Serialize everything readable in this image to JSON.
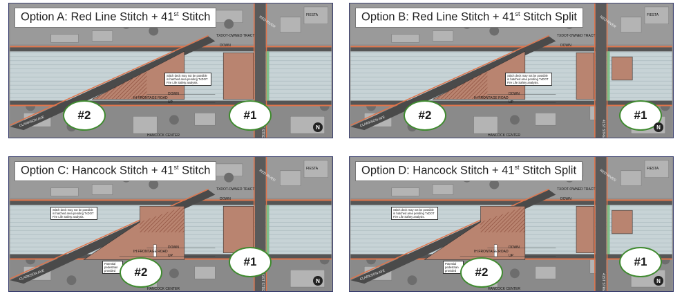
{
  "panels": [
    {
      "id": "a",
      "title_prefix": "Option A: Red Line Stitch + 41",
      "title_sup": "st",
      "title_suffix": " Stitch",
      "badge_left": "#2",
      "badge_right": "#1",
      "labels": {
        "tract": "TXDOT-OWNED TRACT",
        "fiesta": "FIESTA",
        "hancock": "HANCOCK CENTER",
        "clarkson": "CLARKSON AVE",
        "street41": "41ST STREET",
        "down": "DOWN",
        "up": "UP",
        "road": "IH FRONTAGE ROAD",
        "redriver": "RED RIVER"
      },
      "note": "Stitch deck may not be possible in hatched area pending TxDOT Fire Life Safety analysis.",
      "extra_note": "",
      "north": "N"
    },
    {
      "id": "b",
      "title_prefix": "Option B: Red Line Stitch + 41",
      "title_sup": "st",
      "title_suffix": " Stitch Split",
      "badge_left": "#2",
      "badge_right": "#1",
      "labels": {
        "tract": "TXDOT-OWNED TRACT",
        "fiesta": "FIESTA",
        "hancock": "HANCOCK CENTER",
        "clarkson": "CLARKSON AVE",
        "street41": "41ST STREET",
        "down": "DOWN",
        "up": "UP",
        "road": "IH FRONTAGE ROAD",
        "redriver": "RED RIVER"
      },
      "note": "Stitch deck may not be possible in hatched area pending TxDOT Fire Life Safety analysis.",
      "extra_note": "",
      "north": "N"
    },
    {
      "id": "c",
      "title_prefix": "Option C: Hancock Stitch + 41",
      "title_sup": "st",
      "title_suffix": " Stitch",
      "badge_left": "#2",
      "badge_right": "#1",
      "labels": {
        "tract": "TXDOT-OWNED TRACT",
        "fiesta": "FIESTA",
        "hancock": "HANCOCK CENTER",
        "clarkson": "CLARKSON AVE",
        "street41": "41ST STREET",
        "down": "DOWN",
        "up": "UP",
        "road": "IH FRONTAGE ROAD",
        "redriver": "RED RIVER"
      },
      "note": "Stitch deck may not be possible in hatched area pending TxDOT Fire Life Safety analysis.",
      "extra_note": "Potential pedestrian provided",
      "north": "N"
    },
    {
      "id": "d",
      "title_prefix": "Option D: Hancock Stitch + 41",
      "title_sup": "st",
      "title_suffix": " Stitch Split",
      "badge_left": "#2",
      "badge_right": "#1",
      "labels": {
        "tract": "TXDOT-OWNED TRACT",
        "fiesta": "FIESTA",
        "hancock": "HANCOCK CENTER",
        "clarkson": "CLARKSON AVE",
        "street41": "41ST STREET",
        "down": "DOWN",
        "up": "UP",
        "road": "IH FRONTAGE ROAD",
        "redriver": "RED RIVER"
      },
      "note": "Stitch deck may not be possible in hatched area pending TxDOT Fire Life Safety analysis.",
      "extra_note": "Potential pedestrian provided",
      "north": "N"
    }
  ],
  "colors": {
    "deck": "#b98470",
    "border_orange": "#e0744a",
    "frame": "#3a3f6e",
    "badge_ring": "#3f8a2f",
    "highway": "#c7d3d6",
    "hatched": "#8a4a38"
  }
}
